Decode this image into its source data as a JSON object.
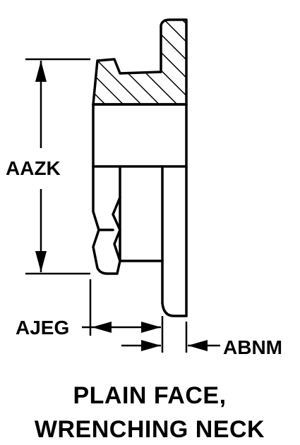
{
  "dimensions": {
    "height_label": "AAZK",
    "face_label": "AJEG",
    "neck_label": "ABNM"
  },
  "caption": {
    "line1": "PLAIN FACE,",
    "line2": "WRENCHING NECK"
  }
}
